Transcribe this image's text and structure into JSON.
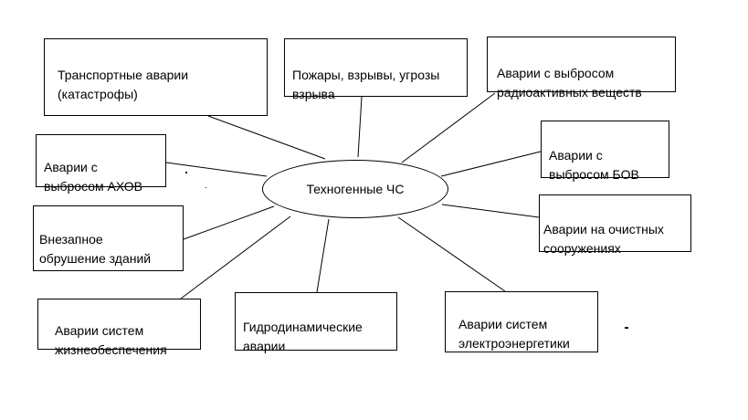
{
  "center": {
    "label": "Техногенные ЧС"
  },
  "nodes": [
    {
      "id": "transport",
      "label": "Транспортные  аварии\n(катастрофы)"
    },
    {
      "id": "fires",
      "label": "Пожары, взрывы, угрозы\nвзрыва"
    },
    {
      "id": "radioactive",
      "label": "Аварии с выбросом\nрадиоактивных веществ"
    },
    {
      "id": "bov",
      "label": "Аварии с\nвыбросом БОВ"
    },
    {
      "id": "treatment",
      "label": "Аварии на очистных\nсооружениях"
    },
    {
      "id": "power",
      "label": "Аварии систем\nэлектроэнергетики"
    },
    {
      "id": "hydro",
      "label": "Гидродинамические\nаварии"
    },
    {
      "id": "life-support",
      "label": "Аварии систем\nжизнеобеспечения"
    },
    {
      "id": "collapse",
      "label": "Внезапное\nобрушение зданий"
    },
    {
      "id": "ahov",
      "label": "Аварии с\nвыбросом АХОВ"
    }
  ]
}
